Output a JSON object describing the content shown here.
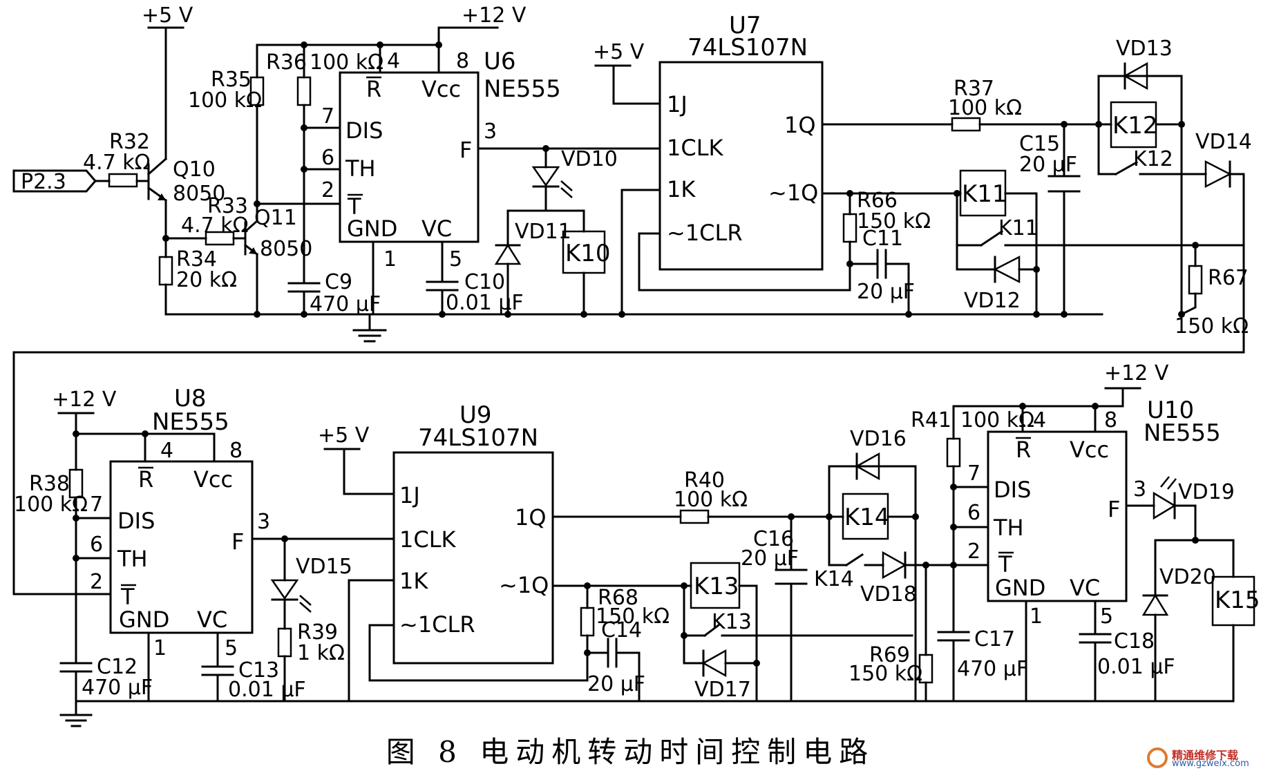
{
  "figure": {
    "caption": "图 8 电动机转动时间控制电路",
    "watermark_line1": "精通维修下载",
    "watermark_line2": "www.gzweix.com"
  },
  "supplies": {
    "v5": "+5 V",
    "v12": "+12 V"
  },
  "input": {
    "port": "P2.3"
  },
  "transistors": {
    "q10": "Q10",
    "q10_type": "8050",
    "q11": "Q11",
    "q11_type": "8050"
  },
  "resistors": {
    "r32": "R32",
    "r32_val": "4.7 kΩ",
    "r33": "R33",
    "r33_val": "4.7 kΩ",
    "r34": "R34",
    "r34_val": "20 kΩ",
    "r35": "R35",
    "r35_val": "100 kΩ",
    "r36": "R36",
    "r36_val": "100 kΩ",
    "r37": "R37",
    "r37_val": "100 kΩ",
    "r38": "R38",
    "r38_val": "100 kΩ",
    "r39": "R39",
    "r39_val": "1 kΩ",
    "r40": "R40",
    "r40_val": "100 kΩ",
    "r41": "R41",
    "r41_val": "100 kΩ",
    "r66": "R66",
    "r66_val": "150 kΩ",
    "r67": "R67",
    "r67_val": "150 kΩ",
    "r68": "R68",
    "r68_val": "150 kΩ",
    "r69": "R69",
    "r69_val": "150 kΩ"
  },
  "capacitors": {
    "c9": "C9",
    "c9_val": "470 μF",
    "c10": "C10",
    "c10_val": "0.01 μF",
    "c11": "C11",
    "c11_val": "20 μF",
    "c12": "C12",
    "c12_val": "470 μF",
    "c13": "C13",
    "c13_val": "0.01 μF",
    "c14": "C14",
    "c14_val": "20 μF",
    "c15": "C15",
    "c15_val": "20 μF",
    "c16": "C16",
    "c16_val": "20 μF",
    "c17": "C17",
    "c17_val": "470 μF",
    "c18": "C18",
    "c18_val": "0.01 μF"
  },
  "diodes": {
    "vd10": "VD10",
    "vd11": "VD11",
    "vd12": "VD12",
    "vd13": "VD13",
    "vd14": "VD14",
    "vd15": "VD15",
    "vd16": "VD16",
    "vd17": "VD17",
    "vd18": "VD18",
    "vd19": "VD19",
    "vd20": "VD20"
  },
  "relays": {
    "k10": "K10",
    "k11": "K11",
    "k12": "K12",
    "k13": "K13",
    "k14": "K14",
    "k15": "K15"
  },
  "ne555": {
    "type": "NE555",
    "u6": "U6",
    "u8": "U8",
    "u10": "U10",
    "pin_r": "R",
    "pin_vcc": "Vcc",
    "pin_dis": "DIS",
    "pin_th": "TH",
    "pin_t": "T",
    "pin_gnd": "GND",
    "pin_vc": "VC",
    "pin_f": "F",
    "n1": "1",
    "n2": "2",
    "n3": "3",
    "n4": "4",
    "n5": "5",
    "n6": "6",
    "n7": "7",
    "n8": "8"
  },
  "jk": {
    "type": "74LS107N",
    "u7": "U7",
    "u9": "U9",
    "pin_1j": "1J",
    "pin_1clk": "1CLK",
    "pin_1k": "1K",
    "pin_1clr": "~1CLR",
    "pin_1q": "1Q",
    "pin_n1q": "~1Q"
  }
}
